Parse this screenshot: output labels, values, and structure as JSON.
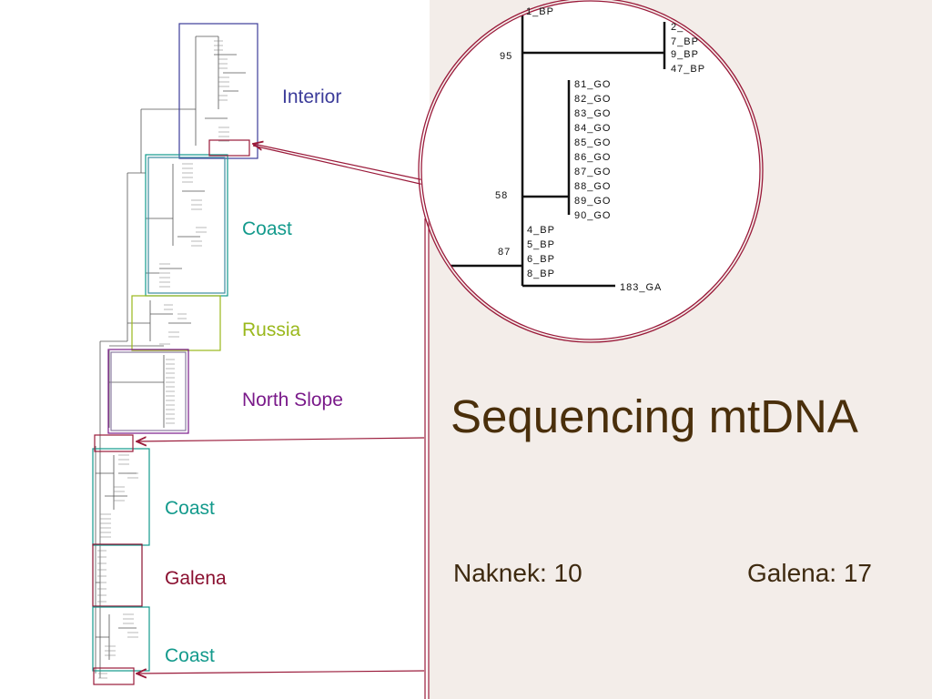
{
  "title": "Sequencing mtDNA",
  "counts": {
    "naknek": "Naknek: 10",
    "galena": "Galena: 17"
  },
  "regions": {
    "interior": "Interior",
    "coast_1": "Coast",
    "russia": "Russia",
    "north_slope": "North Slope",
    "coast_2": "Coast",
    "galena": "Galena",
    "coast_3": "Coast"
  },
  "zoom": {
    "bootstrap": [
      "95",
      "58",
      "87"
    ],
    "top_label": "1_BP",
    "clade_bp": [
      "2_",
      "7_BP",
      "9_BP",
      "47_BP"
    ],
    "clade_go": [
      "81_GO",
      "82_GO",
      "83_GO",
      "84_GO",
      "85_GO",
      "86_GO",
      "87_GO",
      "88_GO",
      "89_GO",
      "90_GO"
    ],
    "clade_bp2": [
      "4_BP",
      "5_BP",
      "6_BP",
      "8_BP"
    ],
    "outlier": "183_GA"
  },
  "colors": {
    "interior": "#3c3c9a",
    "coast": "#139a8c",
    "russia": "#9ab81c",
    "north_slope": "#7a1a8a",
    "galena": "#8a1030",
    "accent_red": "#9a1a3a",
    "panel_bg": "#f3ede9",
    "title": "#4a2f0b"
  }
}
